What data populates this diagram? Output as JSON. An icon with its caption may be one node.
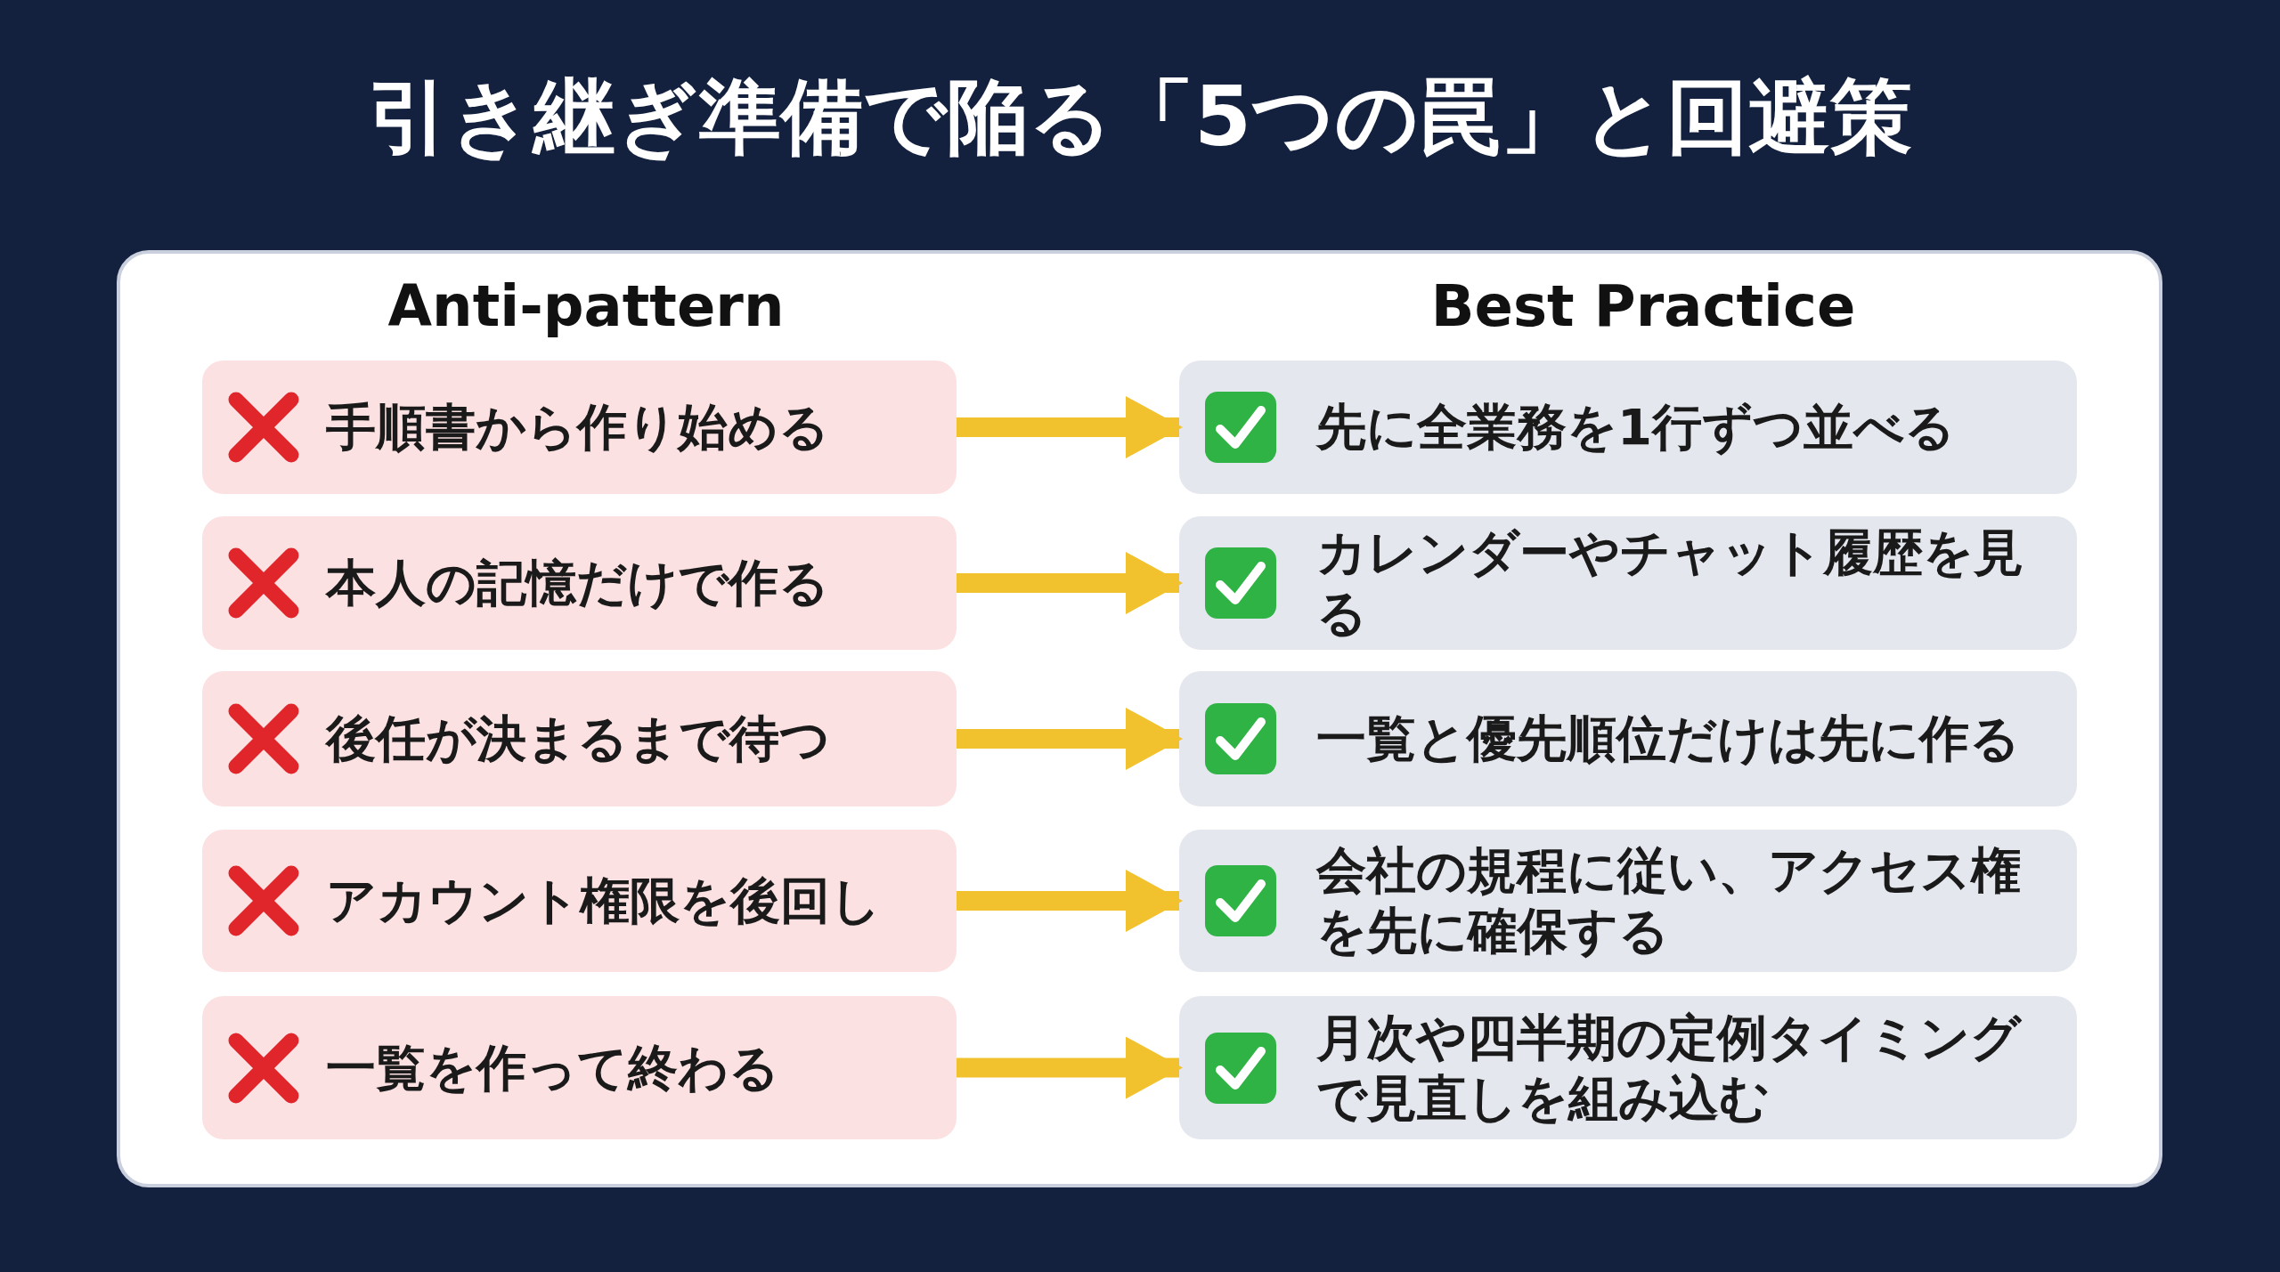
{
  "diagram": {
    "title": "引き継ぎ準備で陥る「5つの罠」と回避策",
    "nodes": [
      {
        "text": [
          "手順書から作り始める"
        ]
      },
      {
        "text": [
          "先に全業務を1行ずつ並べる"
        ]
      },
      {
        "text": [
          "本人の記憶だけで作る"
        ]
      },
      {
        "text": [
          "カレンダーやチャット履歴を見る"
        ]
      },
      {
        "text": [
          "後任が決まるまで待つ"
        ]
      },
      {
        "text": [
          "一覧と優先順位だけは先に作る"
        ]
      },
      {
        "text": [
          "アカウント権限を後回し"
        ]
      },
      {
        "text": [
          "会社の規程に従い、アクセス権を先に確保する"
        ]
      },
      {
        "text": [
          "一覧を作って終わる"
        ]
      },
      {
        "text": [
          "月次や四半期の定例タイミングで見直しを組み込む"
        ]
      }
    ],
    "edges": [
      {
        "from": 0,
        "to": 1,
        "arrow": "to"
      },
      {
        "from": 2,
        "to": 3,
        "arrow": "to"
      },
      {
        "from": 4,
        "to": 5,
        "arrow": "to"
      },
      {
        "from": 6,
        "to": 7,
        "arrow": "to"
      },
      {
        "from": 8,
        "to": 9,
        "arrow": "to"
      }
    ],
    "labels": [
      "Anti-pattern",
      "Best Practice"
    ]
  }
}
